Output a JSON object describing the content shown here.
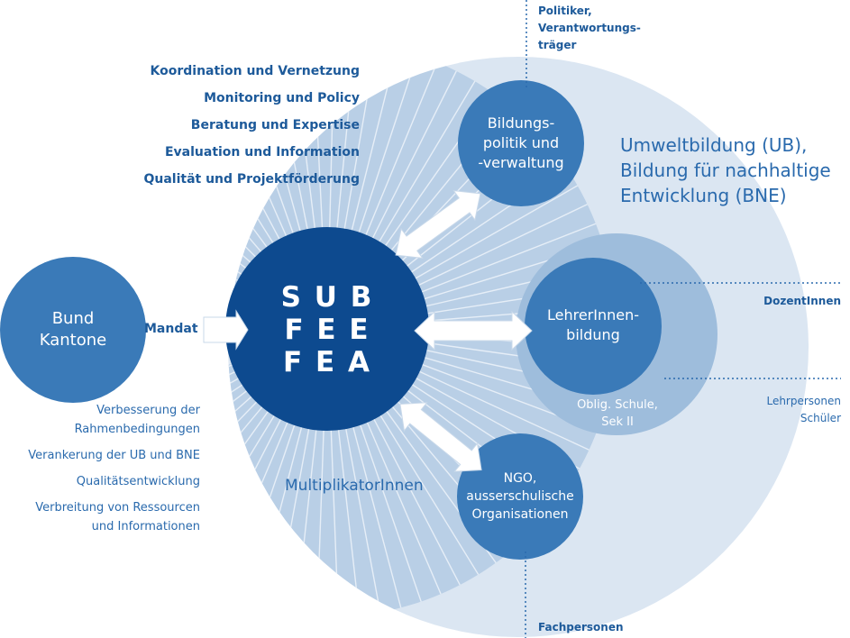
{
  "colors": {
    "outer_circle": "#dbe6f2",
    "inner_light": "#9ebddc",
    "node_circle": "#3a7ab8",
    "core_circle": "#0d4a8f",
    "text_blue": "#1d5a9a",
    "dotted_line": "#2a6aad"
  },
  "core": {
    "lines": [
      "S U B",
      "F E E",
      "F E A"
    ]
  },
  "left_node": {
    "line1": "Bund",
    "line2": "Kantone"
  },
  "mandat_label": "Mandat",
  "functions": [
    "Koordination und Vernetzung",
    "Monitoring und Policy",
    "Beratung und Expertise",
    "Evaluation und Information",
    "Qualität und Projektförderung"
  ],
  "goals": [
    "Verbesserung der",
    "Rahmenbedingungen",
    "Verankerung der UB und BNE",
    "Qualitätsentwicklung",
    "Verbreitung von Ressourcen",
    "und Informationen"
  ],
  "multiplikatoren_label": "MultiplikatorInnen",
  "field_title": [
    "Umweltbildung (UB),",
    "Bildung für nachhaltige",
    "Entwicklung (BNE)"
  ],
  "nodes": {
    "policy": [
      "Bildungs-",
      "politik und",
      "-verwaltung"
    ],
    "teacher": [
      "LehrerInnen-",
      "bildung"
    ],
    "school": [
      "Oblig. Schule,",
      "Sek II"
    ],
    "ngo": [
      "NGO,",
      "ausserschulische",
      "Organisationen"
    ]
  },
  "audiences": {
    "top": [
      "Politiker,",
      "Verantwortungs-",
      "träger"
    ],
    "dozent": "DozentInnen",
    "lehr": [
      "Lehrpersonen",
      "Schüler"
    ],
    "fach": "Fachpersonen"
  }
}
